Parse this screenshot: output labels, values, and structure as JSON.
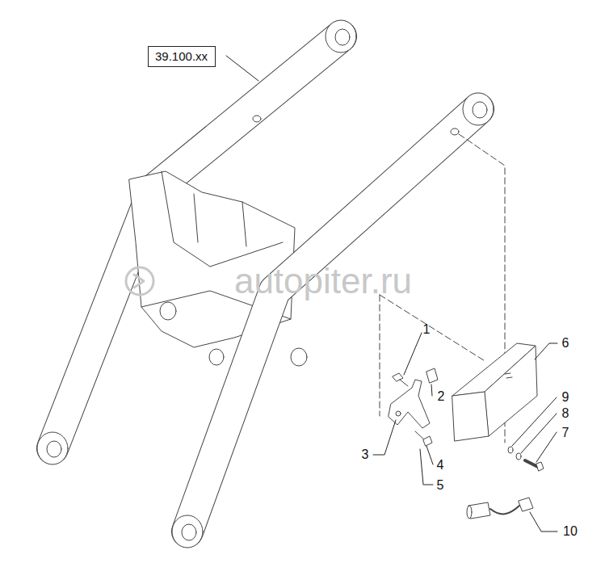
{
  "diagram": {
    "nodes": [
      {
        "text": [
          "39.100.xx"
        ]
      }
    ],
    "labels": [
      "1",
      "2",
      "3",
      "4",
      "5",
      "6",
      "7",
      "8",
      "9",
      "10",
      "autopiter.ru"
    ]
  }
}
